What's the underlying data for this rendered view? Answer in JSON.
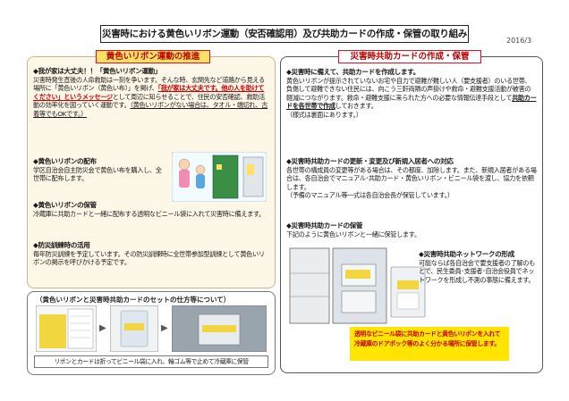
{
  "header": {
    "title": "災害時における黄色いリボン運動（安否確認用）及び共助カードの作成・保管の取り組み",
    "date": "2016/3"
  },
  "left_panel": {
    "heading": "黄色いリボン運動の推進",
    "s1_title": "◆我が家は大丈夫！！「黄色いリボン運動」",
    "s1_a": "災害時発生直後の人命救助は一刻を争います。そんな時、玄関先など道路から見える場所に「黄色いリボン（黄色い布）」を掲げ、",
    "s1_red": "「我が家は大丈夫です。他の人を助けてください」というメッセージ",
    "s1_b": "として周辺に知らせることで、住民の安否確認、救助活動の効率化を図っていく運動です。",
    "s1_c": "（黄色いリボンがない場合は、タオル・端切れ、古着等でもOKです。）",
    "s2_title": "◆黄色いリボンの配布",
    "s2_body": "学区自治会自主防災会で黄色い布を購入し、全世帯に配布します。",
    "s3_title": "◆黄色いリボンの保管",
    "s3_body": "冷蔵庫に共助カードと一緒に配布する透明なビニール袋に入れて災害時に備えます。",
    "s4_title": "◆防災訓練時の活用",
    "s4_body": "毎年防災訓練を予定しています。その防災訓練時に全世帯参加型訓練として黄色いリボンの掲示を呼びかける予定です。"
  },
  "bottom_panel": {
    "title": "（黄色いリボンと災害時共助カードのセットの仕方等について）",
    "caption": "リボンとカードは折ってビニール袋に入れ、輪ゴム等で止めて冷蔵庫に保管"
  },
  "right_panel": {
    "heading": "災害時共助カードの作成・保管",
    "s1_title": "◆災害時に備えて、共助カードを作成します。",
    "s1_a": "黄色いリボンが提示されていないお宅や自力で避難が難しい人（要支援者）のいる世帯、負傷して避難できない住民には、向こう三軒両隣の声掛けや救命・避難支援活動が被害の軽減につながります。救命・避難支援に来られた方への必要な情報伝達手段として",
    "s1_ul": "共助カードを各世帯で作成",
    "s1_b": "しておきます。",
    "s1_c": "（様式は裏面にあります。）",
    "s2_title": "◆災害時共助カードの更新・変更及び新規入居者への対応",
    "s2_body": "各世帯の構成員の変更等がある場合は、その都度、加除します。また、新規入居者がある場合は、各自治会でマニュアル･共助カード・黄色いリボン・ビニール袋を渡し、協力を依頼します。",
    "s2_c": "（予備のマニュアル等一式は各自治会長が保管しています。）",
    "s3_title": "◆災害時共助カードの保管",
    "s3_body": "下記のように黄色いリボンと一緒に保管します。",
    "s4_title": "◆災害時共助ネットワークの形成",
    "s4_body": "可能ならば各自治会で要支援者の了解のもとで、民生委員･支援者･自治会役員でネットワークを形成し不測の事態に備えます。",
    "note": "透明なビニール袋に共助カードと黄色いリボンを入れて冷蔵庫のドアポック等のよく分かる場所に保管します。"
  },
  "colors": {
    "accent_red": "#cc0000",
    "ribbon_yellow": "#ffe066",
    "note_yellow": "#ffe500"
  },
  "icons": [
    "family-illustration",
    "refrigerator-illustration",
    "photo-card",
    "photo-bag",
    "photo-fridge-door"
  ]
}
